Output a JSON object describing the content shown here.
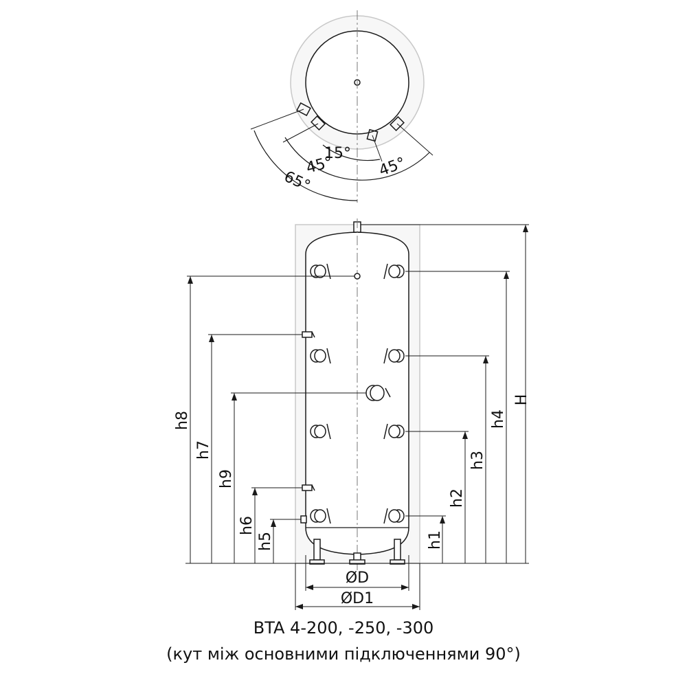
{
  "top_view": {
    "angles": [
      "15°",
      "45°",
      "65°",
      "45°"
    ]
  },
  "front_view": {
    "height_labels": [
      "H",
      "h4",
      "h3",
      "h2",
      "h1",
      "h8",
      "h7",
      "h9",
      "h6",
      "h5"
    ],
    "diameter_labels": [
      "ØD",
      "ØD1"
    ]
  },
  "caption": {
    "title": "BTA 4-200, -250, -300",
    "note": "(кут між основними підключеннями 90°)"
  },
  "colors": {
    "line": "#1a1a1a",
    "insulation_fill": "#f7f7f7",
    "insulation_stroke": "#c8c8c8",
    "tank_fill": "#ffffff",
    "center_line": "#777777"
  }
}
